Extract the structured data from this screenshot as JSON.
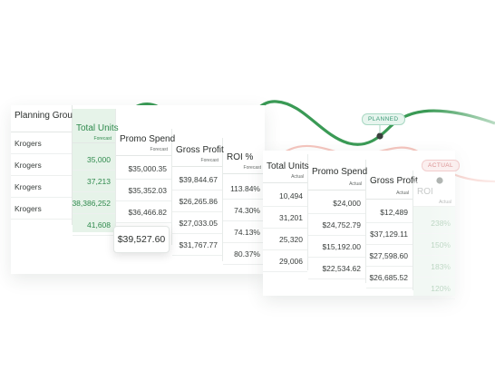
{
  "table": {
    "group_header": "Planning Group",
    "groups": [
      "Krogers",
      "Krogers",
      "Krogers",
      "Krogers"
    ],
    "forecast": {
      "total_units": {
        "label": "Total Units",
        "sub": "Forecast",
        "values": [
          "35,000",
          "37,213",
          "38,386,252",
          "41,608"
        ]
      },
      "promo_spend": {
        "label": "Promo Spend",
        "sub": "Forecast",
        "values": [
          "$35,000.35",
          "$35,352.03",
          "$36,466.82"
        ]
      },
      "gross_profit": {
        "label": "Gross Profit",
        "sub": "Forecast",
        "values": [
          "$39,844.67",
          "$26,265.86",
          "$27,033.05",
          "$31,767.77"
        ]
      },
      "roi": {
        "label": "ROI %",
        "sub": "Forecast",
        "values": [
          "113.84%",
          "74.30%",
          "74.13%",
          "80.37%"
        ]
      }
    },
    "actual": {
      "total_units": {
        "label": "Total Units",
        "sub": "Actual",
        "values": [
          "10,494",
          "31,201",
          "25,320",
          "29,006"
        ]
      },
      "promo_spend": {
        "label": "Promo Spend",
        "sub": "Actual",
        "values": [
          "$24,000",
          "$24,752.79",
          "$15,192.00",
          "$22,534.62"
        ]
      },
      "gross_profit": {
        "label": "Gross Profit",
        "sub": "Actual",
        "values": [
          "$12,489",
          "$37,129.11",
          "$27,598.60",
          "$26,685.52"
        ]
      },
      "roi": {
        "label": "ROI",
        "sub": "Actual",
        "values": [
          "238%",
          "150%",
          "183%",
          "120%"
        ]
      }
    }
  },
  "tooltip": {
    "value": "$39,527.60"
  },
  "tags": {
    "planned": "PLANNED",
    "actual": "ACTUAL"
  },
  "colors": {
    "planned_line": "#3a9a55",
    "actual_line": "#f2b3aa",
    "highlight_column": "#e6f3e9",
    "marker": "#3a3f3d"
  }
}
